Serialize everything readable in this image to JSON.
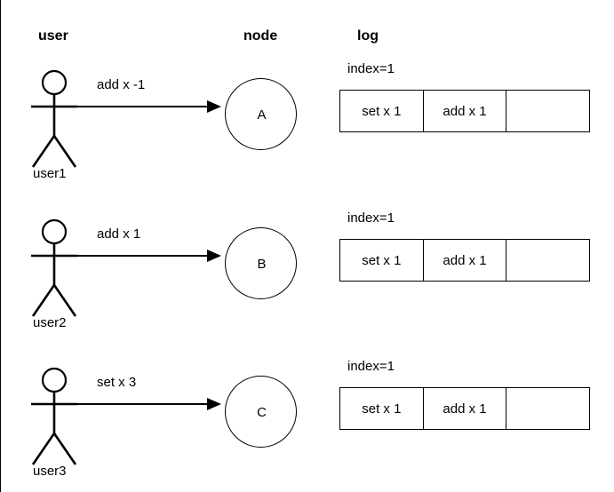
{
  "headers": {
    "user": "user",
    "node": "node",
    "log": "log"
  },
  "rows": [
    {
      "actor_label": "user1",
      "actor_icon": "stick-figure-icon",
      "arrow_icon": "arrow-right-icon",
      "arrow_label": "add x -1",
      "node_label": "A",
      "log_index": "index=1",
      "log_cells": [
        "set x 1",
        "add x 1",
        ""
      ]
    },
    {
      "actor_label": "user2",
      "actor_icon": "stick-figure-icon",
      "arrow_icon": "arrow-right-icon",
      "arrow_label": "add x 1",
      "node_label": "B",
      "log_index": "index=1",
      "log_cells": [
        "set x 1",
        "add x 1",
        ""
      ]
    },
    {
      "actor_label": "user3",
      "actor_icon": "stick-figure-icon",
      "arrow_icon": "arrow-right-icon",
      "arrow_label": "set x 3",
      "node_label": "C",
      "log_index": "index=1",
      "log_cells": [
        "set x 1",
        "add x 1",
        ""
      ]
    }
  ],
  "colors": {
    "stroke": "#000000",
    "background": "#ffffff",
    "text": "#000000"
  }
}
